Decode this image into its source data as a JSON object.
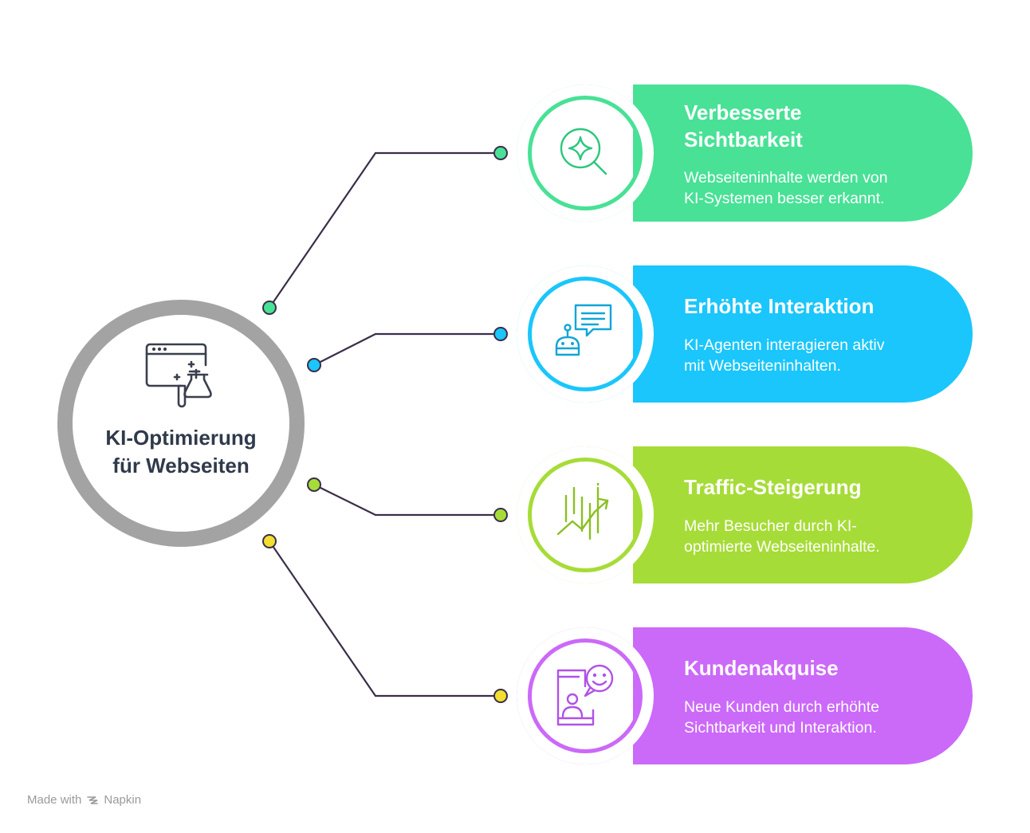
{
  "center": {
    "title": "KI-Optimierung\nfür Webseiten",
    "icon": "browser-lab-icon",
    "ring_color": "#a3a3a3"
  },
  "branches": [
    {
      "title": "Verbesserte\nSichtbarkeit",
      "description": "Webseiteninhalte werden von\nKI-Systemen besser erkannt.",
      "icon": "search-sparkle-icon",
      "color": "#48e196",
      "icon_color": "#2cc77d"
    },
    {
      "title": "Erhöhte Interaktion",
      "description": "KI-Agenten interagieren aktiv\nmit Webseiteninhalten.",
      "icon": "robot-chat-icon",
      "color": "#1ac6fb",
      "icon_color": "#10a6d6"
    },
    {
      "title": "Traffic-Steigerung",
      "description": "Mehr Besucher durch KI-\noptimierte Webseiteninhalte.",
      "icon": "growth-chart-icon",
      "color": "#a6dc37",
      "icon_color": "#8bbf24"
    },
    {
      "title": "Kundenakquise",
      "description": "Neue Kunden durch erhöhte\nSichtbarkeit und Interaktion.",
      "icon": "customer-chat-icon",
      "color": "#cb69f9",
      "icon_color": "#b052e6"
    }
  ],
  "connector_dot_colors": [
    "#48e196",
    "#1ac6fb",
    "#a6dc37",
    "#f2df2f"
  ],
  "footer": {
    "made_with": "Made with",
    "brand": "Napkin"
  }
}
